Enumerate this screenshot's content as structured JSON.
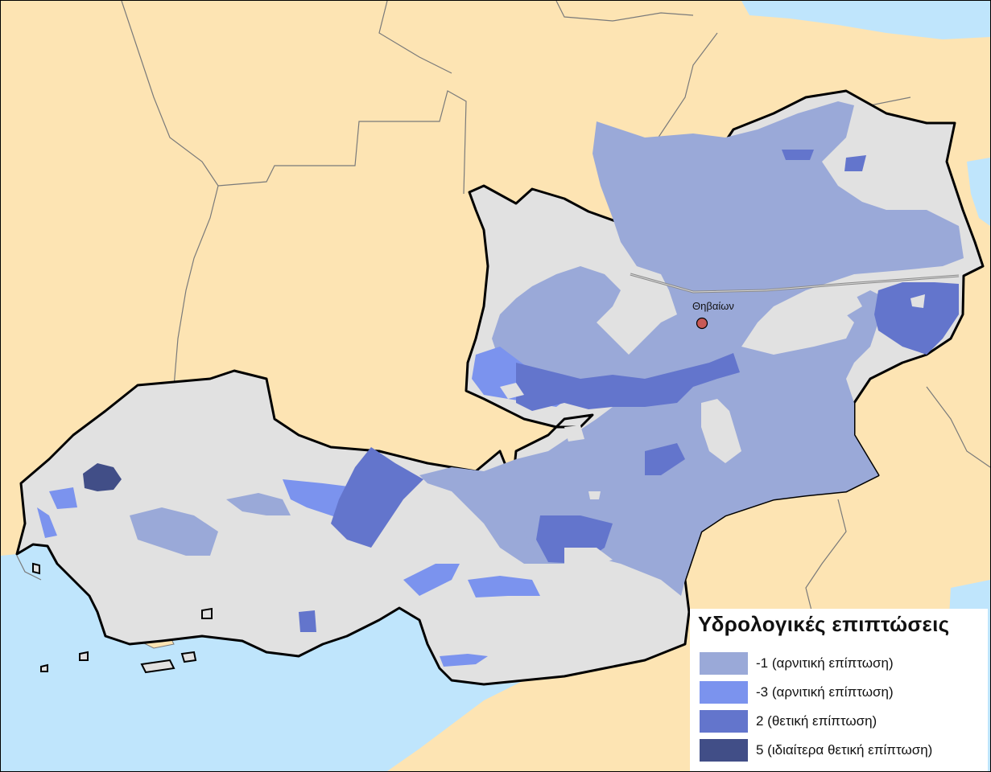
{
  "legend": {
    "title": "Υδρολογικές επιπτώσεις",
    "items": [
      {
        "label": "-1 (αρνιτική επίπτωση)",
        "color": "#9aa9d8"
      },
      {
        "label": "-3 (αρνιτική επίπτωση)",
        "color": "#7b93ee"
      },
      {
        "label": "2 (θετική επίπτωση)",
        "color": "#6375cc"
      },
      {
        "label": "5 (ιδιαίτερα θετική επίπτωση)",
        "color": "#414e87"
      }
    ]
  },
  "city": {
    "label": "Θηβαίων",
    "marker_color": "#c85a56"
  },
  "colors": {
    "land": "#fde4b3",
    "sea": "#bfe5fc",
    "study_area": "#e1e1e1",
    "boundary": "#000000",
    "admin_lines": "#7a7a7a"
  }
}
